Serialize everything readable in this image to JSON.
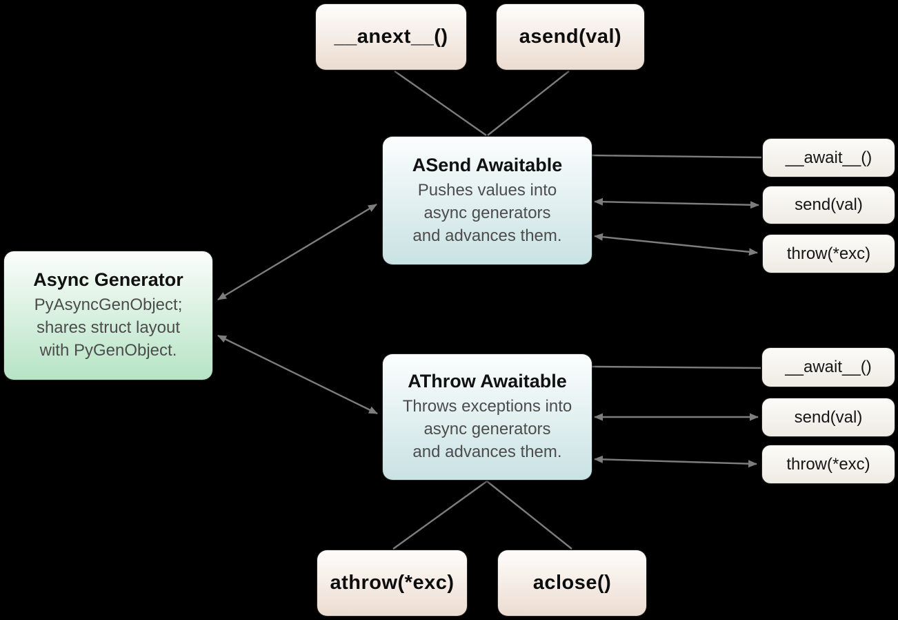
{
  "colors": {
    "background": "#000000",
    "edge": "#7d7d7d",
    "warm_top": "#fefdfc",
    "warm_bottom": "#ecdcd0",
    "cool_top": "#fcfefe",
    "cool_bottom": "#c9e2e3",
    "green_top": "#fbfdfb",
    "green_bottom": "#b6e4c5",
    "plain_top": "#fcfbf8",
    "plain_bottom": "#eeebe4",
    "title_text": "#111111",
    "body_text": "#4c4c4c"
  },
  "nodes": {
    "anext": {
      "label": "__anext__()"
    },
    "asend_call": {
      "label": "asend(val)"
    },
    "asend_awaitable": {
      "title": "ASend Awaitable",
      "desc_lines": [
        "Pushes values into",
        "async generators",
        "and advances them."
      ]
    },
    "async_generator": {
      "title": "Async Generator",
      "desc_lines": [
        "PyAsyncGenObject;",
        "shares struct layout",
        "with PyGenObject."
      ]
    },
    "athrow_awaitable": {
      "title": "AThrow Awaitable",
      "desc_lines": [
        "Throws exceptions into",
        "async generators",
        "and advances them."
      ]
    },
    "athrow_call": {
      "label": "athrow(*exc)"
    },
    "aclose": {
      "label": "aclose()"
    },
    "asend_methods": {
      "await": "__await__()",
      "send": "send(val)",
      "throw": "throw(*exc)"
    },
    "athrow_methods": {
      "await": "__await__()",
      "send": "send(val)",
      "throw": "throw(*exc)"
    }
  },
  "edges": [
    {
      "from": "anext",
      "to": "asend_awaitable",
      "style": "plain-line"
    },
    {
      "from": "asend_call",
      "to": "asend_awaitable",
      "style": "plain-line"
    },
    {
      "from": "async_generator",
      "to": "asend_awaitable",
      "style": "double-arrow"
    },
    {
      "from": "async_generator",
      "to": "athrow_awaitable",
      "style": "double-arrow"
    },
    {
      "from": "asend_awaitable",
      "to": "asend_methods.await",
      "style": "plain-line"
    },
    {
      "from": "asend_awaitable",
      "to": "asend_methods.send",
      "style": "double-arrow"
    },
    {
      "from": "asend_awaitable",
      "to": "asend_methods.throw",
      "style": "double-arrow"
    },
    {
      "from": "athrow_awaitable",
      "to": "athrow_methods.await",
      "style": "plain-line"
    },
    {
      "from": "athrow_awaitable",
      "to": "athrow_methods.send",
      "style": "double-arrow"
    },
    {
      "from": "athrow_awaitable",
      "to": "athrow_methods.throw",
      "style": "double-arrow"
    },
    {
      "from": "athrow_awaitable",
      "to": "athrow_call",
      "style": "plain-line"
    },
    {
      "from": "athrow_awaitable",
      "to": "aclose",
      "style": "plain-line"
    }
  ]
}
